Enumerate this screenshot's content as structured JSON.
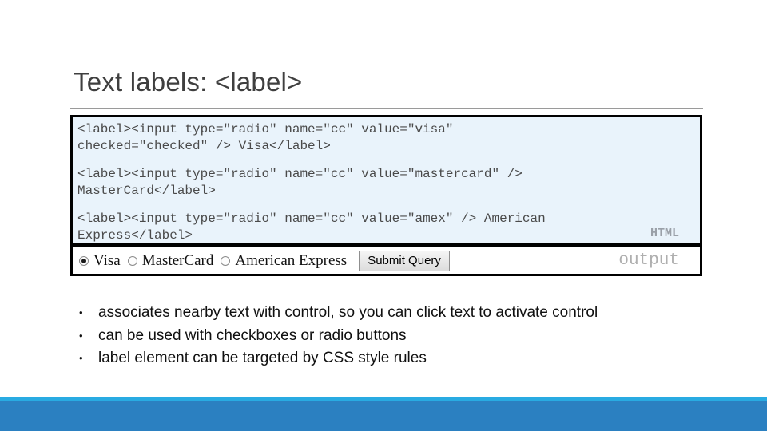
{
  "slide": {
    "title": "Text labels: <label>"
  },
  "code_panel": {
    "language_label": "HTML",
    "blocks": [
      "<label><input type=\"radio\" name=\"cc\" value=\"visa\"\nchecked=\"checked\" /> Visa</label>",
      "<label><input type=\"radio\" name=\"cc\" value=\"mastercard\" />\nMasterCard</label>",
      "<label><input type=\"radio\" name=\"cc\" value=\"amex\" /> American\nExpress</label>"
    ]
  },
  "output_panel": {
    "panel_label": "output",
    "radios": [
      {
        "label": "Visa",
        "checked": true
      },
      {
        "label": "MasterCard",
        "checked": false
      },
      {
        "label": "American Express",
        "checked": false
      }
    ],
    "button_label": "Submit Query"
  },
  "bullets": [
    "associates nearby text with control, so you can click text to activate control",
    "can be used with checkboxes or radio buttons",
    "label element can be targeted by CSS style rules"
  ],
  "colors": {
    "title_text": "#3f3f3f",
    "code_panel_bg": "#e9f3fb",
    "panel_border": "#000000",
    "corner_label_gray": "#9aa0a8",
    "footer_stripe": "#29abe2",
    "footer_bar": "#2b80c1"
  }
}
